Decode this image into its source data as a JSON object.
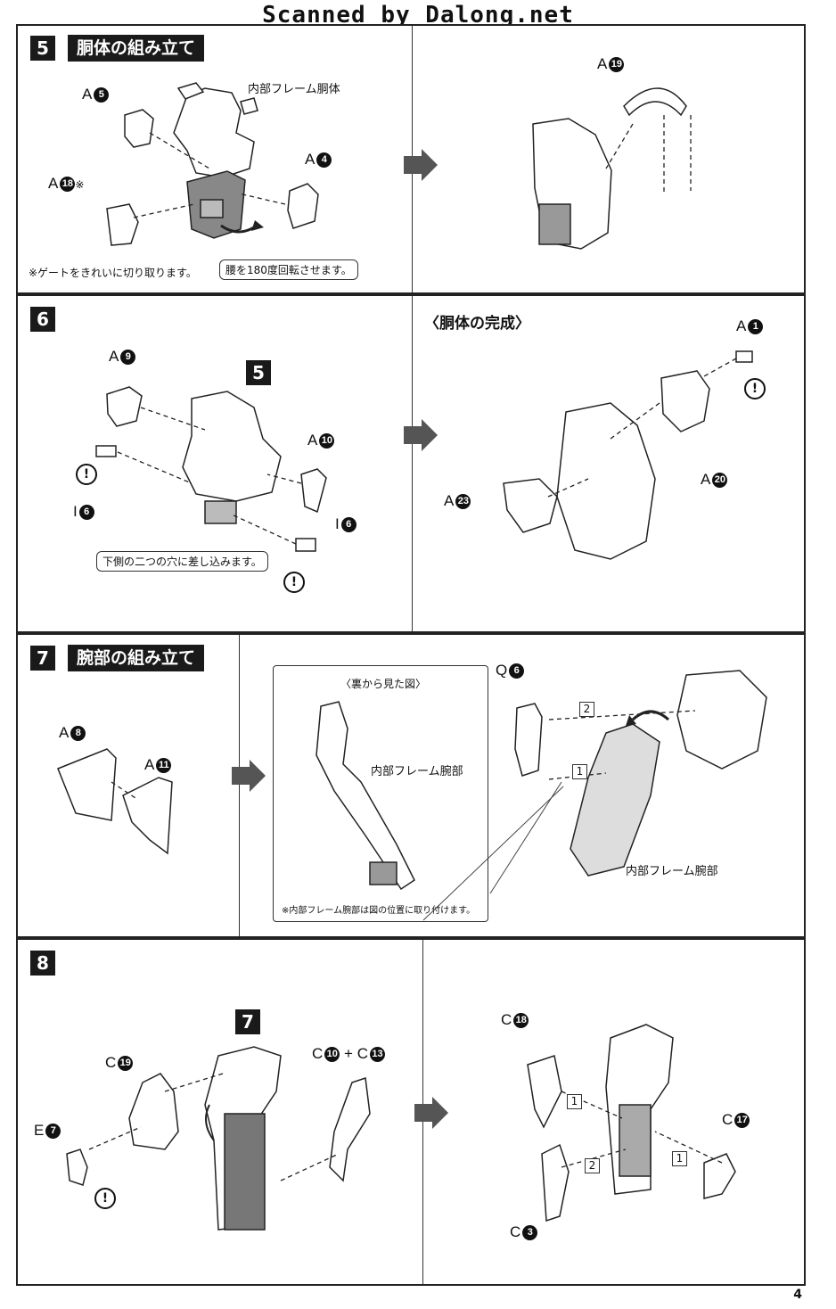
{
  "watermark": "Scanned by Dalong.net",
  "page_number": "4",
  "steps": [
    {
      "number": "5",
      "title": "胴体の組み立て",
      "labels": {
        "frame_torso": "内部フレーム胴体",
        "a5": {
          "letter": "A",
          "num": "5"
        },
        "a4": {
          "letter": "A",
          "num": "4"
        },
        "a18": {
          "letter": "A",
          "num": "18",
          "mark": "※"
        },
        "a19": {
          "letter": "A",
          "num": "19"
        }
      },
      "gate_note": "※ゲートをきれいに切り取ります。",
      "rotate_note": "腰を180度回転させます。"
    },
    {
      "number": "6",
      "ref_step": "5",
      "complete_title": "〈胴体の完成〉",
      "labels": {
        "a9": {
          "letter": "A",
          "num": "9"
        },
        "a10": {
          "letter": "A",
          "num": "10"
        },
        "i6a": {
          "letter": "I",
          "num": "6"
        },
        "i6b": {
          "letter": "I",
          "num": "6"
        },
        "a1": {
          "letter": "A",
          "num": "1"
        },
        "a20": {
          "letter": "A",
          "num": "20"
        },
        "a23": {
          "letter": "A",
          "num": "23"
        }
      },
      "insert_note": "下側の二つの穴に差し込みます。"
    },
    {
      "number": "7",
      "title": "腕部の組み立て",
      "labels": {
        "a8": {
          "letter": "A",
          "num": "8"
        },
        "a11": {
          "letter": "A",
          "num": "11"
        },
        "q6": {
          "letter": "Q",
          "num": "6"
        },
        "frame_arm_inset": "内部フレーム腕部",
        "frame_arm": "内部フレーム腕部"
      },
      "inset_title": "〈裏から見た図〉",
      "inset_note": "※内部フレーム腕部は図の位置に取り付けます。",
      "order": [
        "2",
        "1"
      ]
    },
    {
      "number": "8",
      "ref_step": "7",
      "labels": {
        "c19": {
          "letter": "C",
          "num": "19"
        },
        "e7": {
          "letter": "E",
          "num": "7"
        },
        "c10": {
          "letter": "C",
          "num": "10"
        },
        "plus": "+",
        "c13": {
          "letter": "C",
          "num": "13"
        },
        "c18": {
          "letter": "C",
          "num": "18"
        },
        "c17": {
          "letter": "C",
          "num": "17"
        },
        "c3": {
          "letter": "C",
          "num": "3"
        }
      },
      "order": [
        "1",
        "2",
        "1"
      ]
    }
  ],
  "warning_glyph": "!",
  "icons": [
    "caution-icon",
    "next-step-arrow-icon",
    "rotate-arrow-icon"
  ]
}
